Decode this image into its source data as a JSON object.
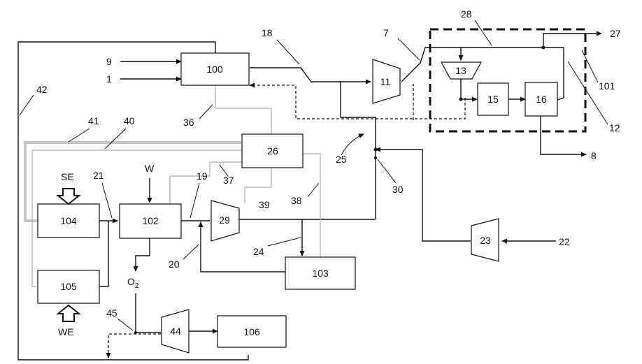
{
  "boxes": {
    "b100": "100",
    "b26": "26",
    "b102": "102",
    "b104": "104",
    "b105": "105",
    "b103": "103",
    "b106": "106",
    "b15": "15",
    "b16": "16"
  },
  "turbines": {
    "t11": "11",
    "t13": "13",
    "t29": "29",
    "t23": "23",
    "t44": "44"
  },
  "refs": {
    "r9": "9",
    "r1": "1",
    "r18": "18",
    "r7": "7",
    "r28": "28",
    "r27": "27",
    "r101": "101",
    "r12": "12",
    "r8": "8",
    "r42": "42",
    "r41": "41",
    "r40": "40",
    "r36": "36",
    "r25": "25",
    "r30": "30",
    "r21": "21",
    "r19": "19",
    "r37": "37",
    "r39": "39",
    "r38": "38",
    "r24": "24",
    "r20": "20",
    "r22": "22",
    "r45": "45"
  },
  "inputs": {
    "se": "SE",
    "we": "WE",
    "w": "W",
    "o2": "O",
    "o2_sub": "2"
  }
}
